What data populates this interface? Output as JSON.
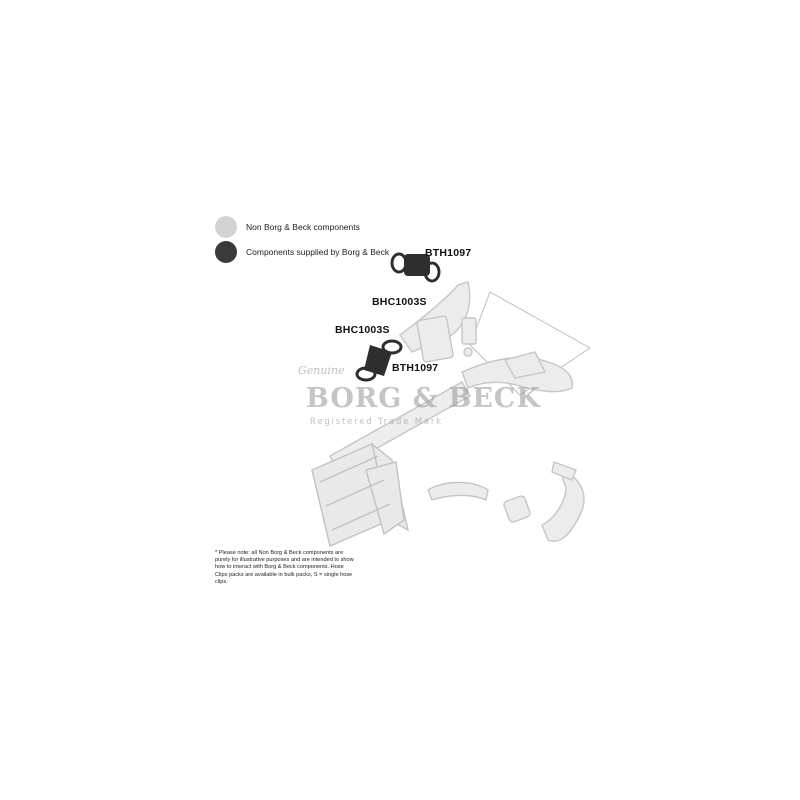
{
  "legend": {
    "non_bb": {
      "label": "Non Borg & Beck components",
      "color": "#d3d3d3"
    },
    "bb": {
      "label": "Components supplied by Borg & Beck",
      "color": "#3a3a3a"
    }
  },
  "parts": {
    "bth_top": "BTH1097",
    "bhc_top": "BHC1003S",
    "bhc_mid": "BHC1003S",
    "bth_mid": "BTH1097"
  },
  "watermark": {
    "script": "Genuine",
    "brand": "BORG & BECK",
    "sub": "Registered Trade Mark"
  },
  "note": "* Please note: all Non Borg & Beck components are purely for illustrative purposes and are intended to show how to interact with Borg & Beck components. Hose Clips packs are available in bulk packs, S = single hose clips.",
  "colors": {
    "component_light": "#e8e8e8",
    "component_outline": "#c4c4c4",
    "component_dark": "#2e2e2e"
  }
}
